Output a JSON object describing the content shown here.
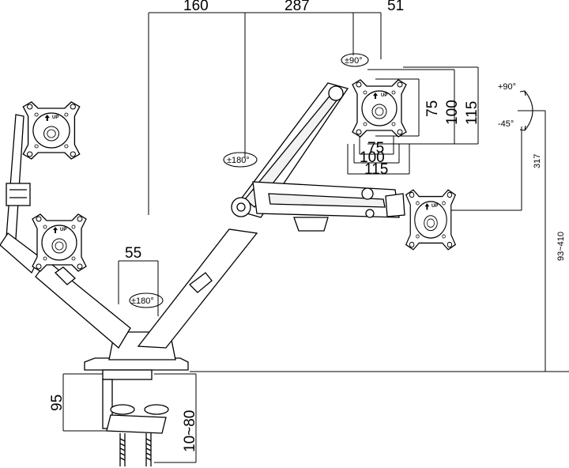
{
  "dimensions": {
    "top_160": "160",
    "top_287": "287",
    "top_51": "51",
    "arm_55": "55",
    "plate_75_v": "75",
    "plate_100_v": "100",
    "plate_115_v": "115",
    "plate_75_h": "75",
    "plate_100_h": "100",
    "plate_115_h": "115",
    "side_317": "317",
    "side_height": "93~410",
    "clamp_95": "95",
    "clamp_thickness": "10~80"
  },
  "rotations": {
    "tilt_rotate": "±90°",
    "swivel_mid": "±180°",
    "swivel_base": "±180°",
    "tilt_up": "+90°",
    "tilt_down": "-45°"
  },
  "plate_marks": {
    "up_label": "UP"
  },
  "colors": {
    "line": "#000000",
    "light_line": "#555555",
    "fill": "#ffffff",
    "shade": "#dddddd"
  }
}
